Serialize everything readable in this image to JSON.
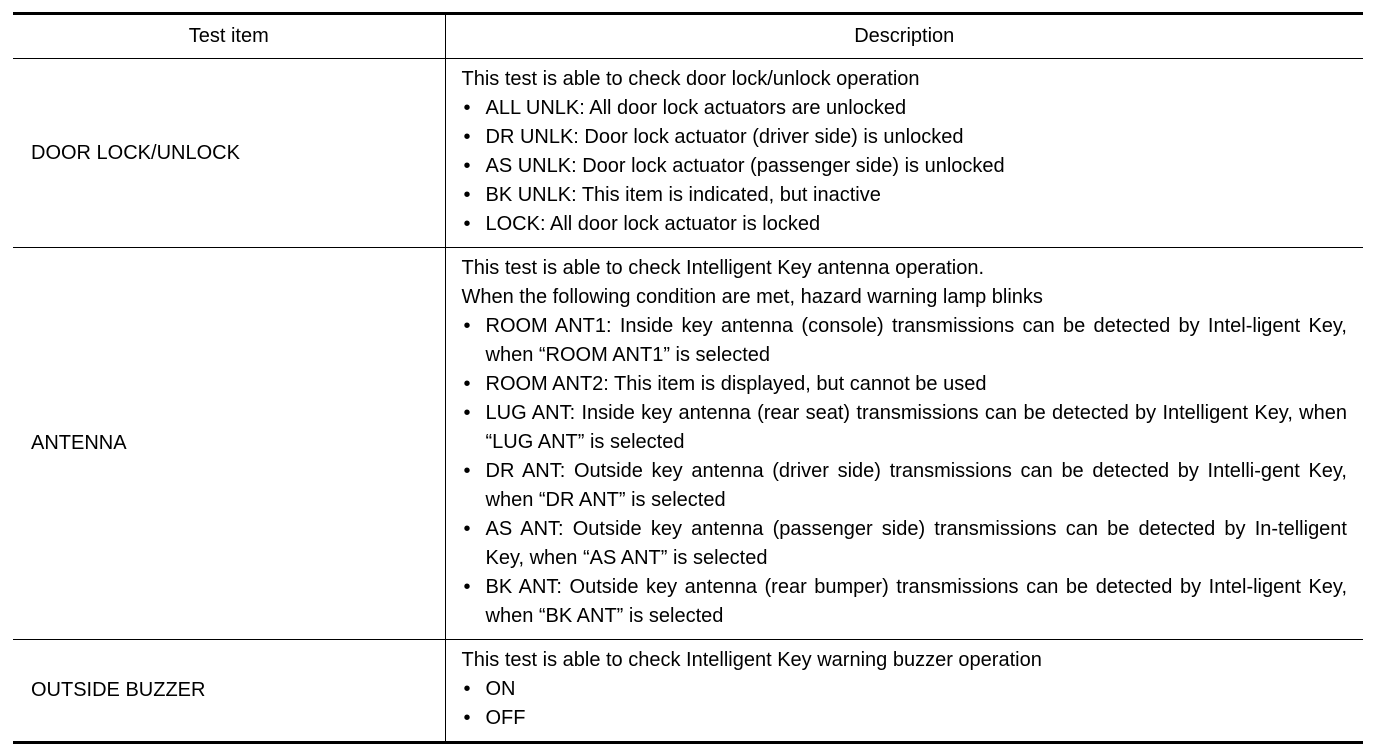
{
  "table": {
    "headers": {
      "test_item": "Test item",
      "description": "Description"
    },
    "rows": [
      {
        "item": "DOOR LOCK/UNLOCK",
        "lines": [
          "This test is able to check door lock/unlock operation"
        ],
        "bullets": [
          "ALL UNLK: All door lock actuators are unlocked",
          "DR UNLK: Door lock actuator (driver side) is unlocked",
          "AS UNLK: Door lock actuator (passenger side) is unlocked",
          "BK UNLK: This item is indicated, but inactive",
          "LOCK: All door lock actuator is locked"
        ]
      },
      {
        "item": "ANTENNA",
        "lines": [
          "This test is able to check Intelligent Key antenna operation.",
          "When the following condition are met, hazard warning lamp blinks"
        ],
        "bullets": [
          "ROOM ANT1: Inside key antenna (console) transmissions can be detected by Intel-ligent Key, when “ROOM ANT1” is selected",
          "ROOM ANT2: This item is displayed, but cannot be used",
          "LUG ANT: Inside key antenna (rear seat) transmissions can be detected by Intelligent Key, when “LUG ANT” is selected",
          "DR ANT: Outside key antenna (driver side) transmissions can be detected by Intelli-gent Key, when “DR ANT” is selected",
          "AS ANT: Outside key antenna (passenger side) transmissions can be detected by In-telligent Key, when “AS ANT” is selected",
          "BK ANT: Outside key antenna (rear bumper) transmissions can be detected by Intel-ligent Key, when “BK ANT” is selected"
        ]
      },
      {
        "item": "OUTSIDE BUZZER",
        "lines": [
          "This test is able to check Intelligent Key warning buzzer operation"
        ],
        "bullets": [
          "ON",
          "OFF"
        ]
      }
    ]
  }
}
